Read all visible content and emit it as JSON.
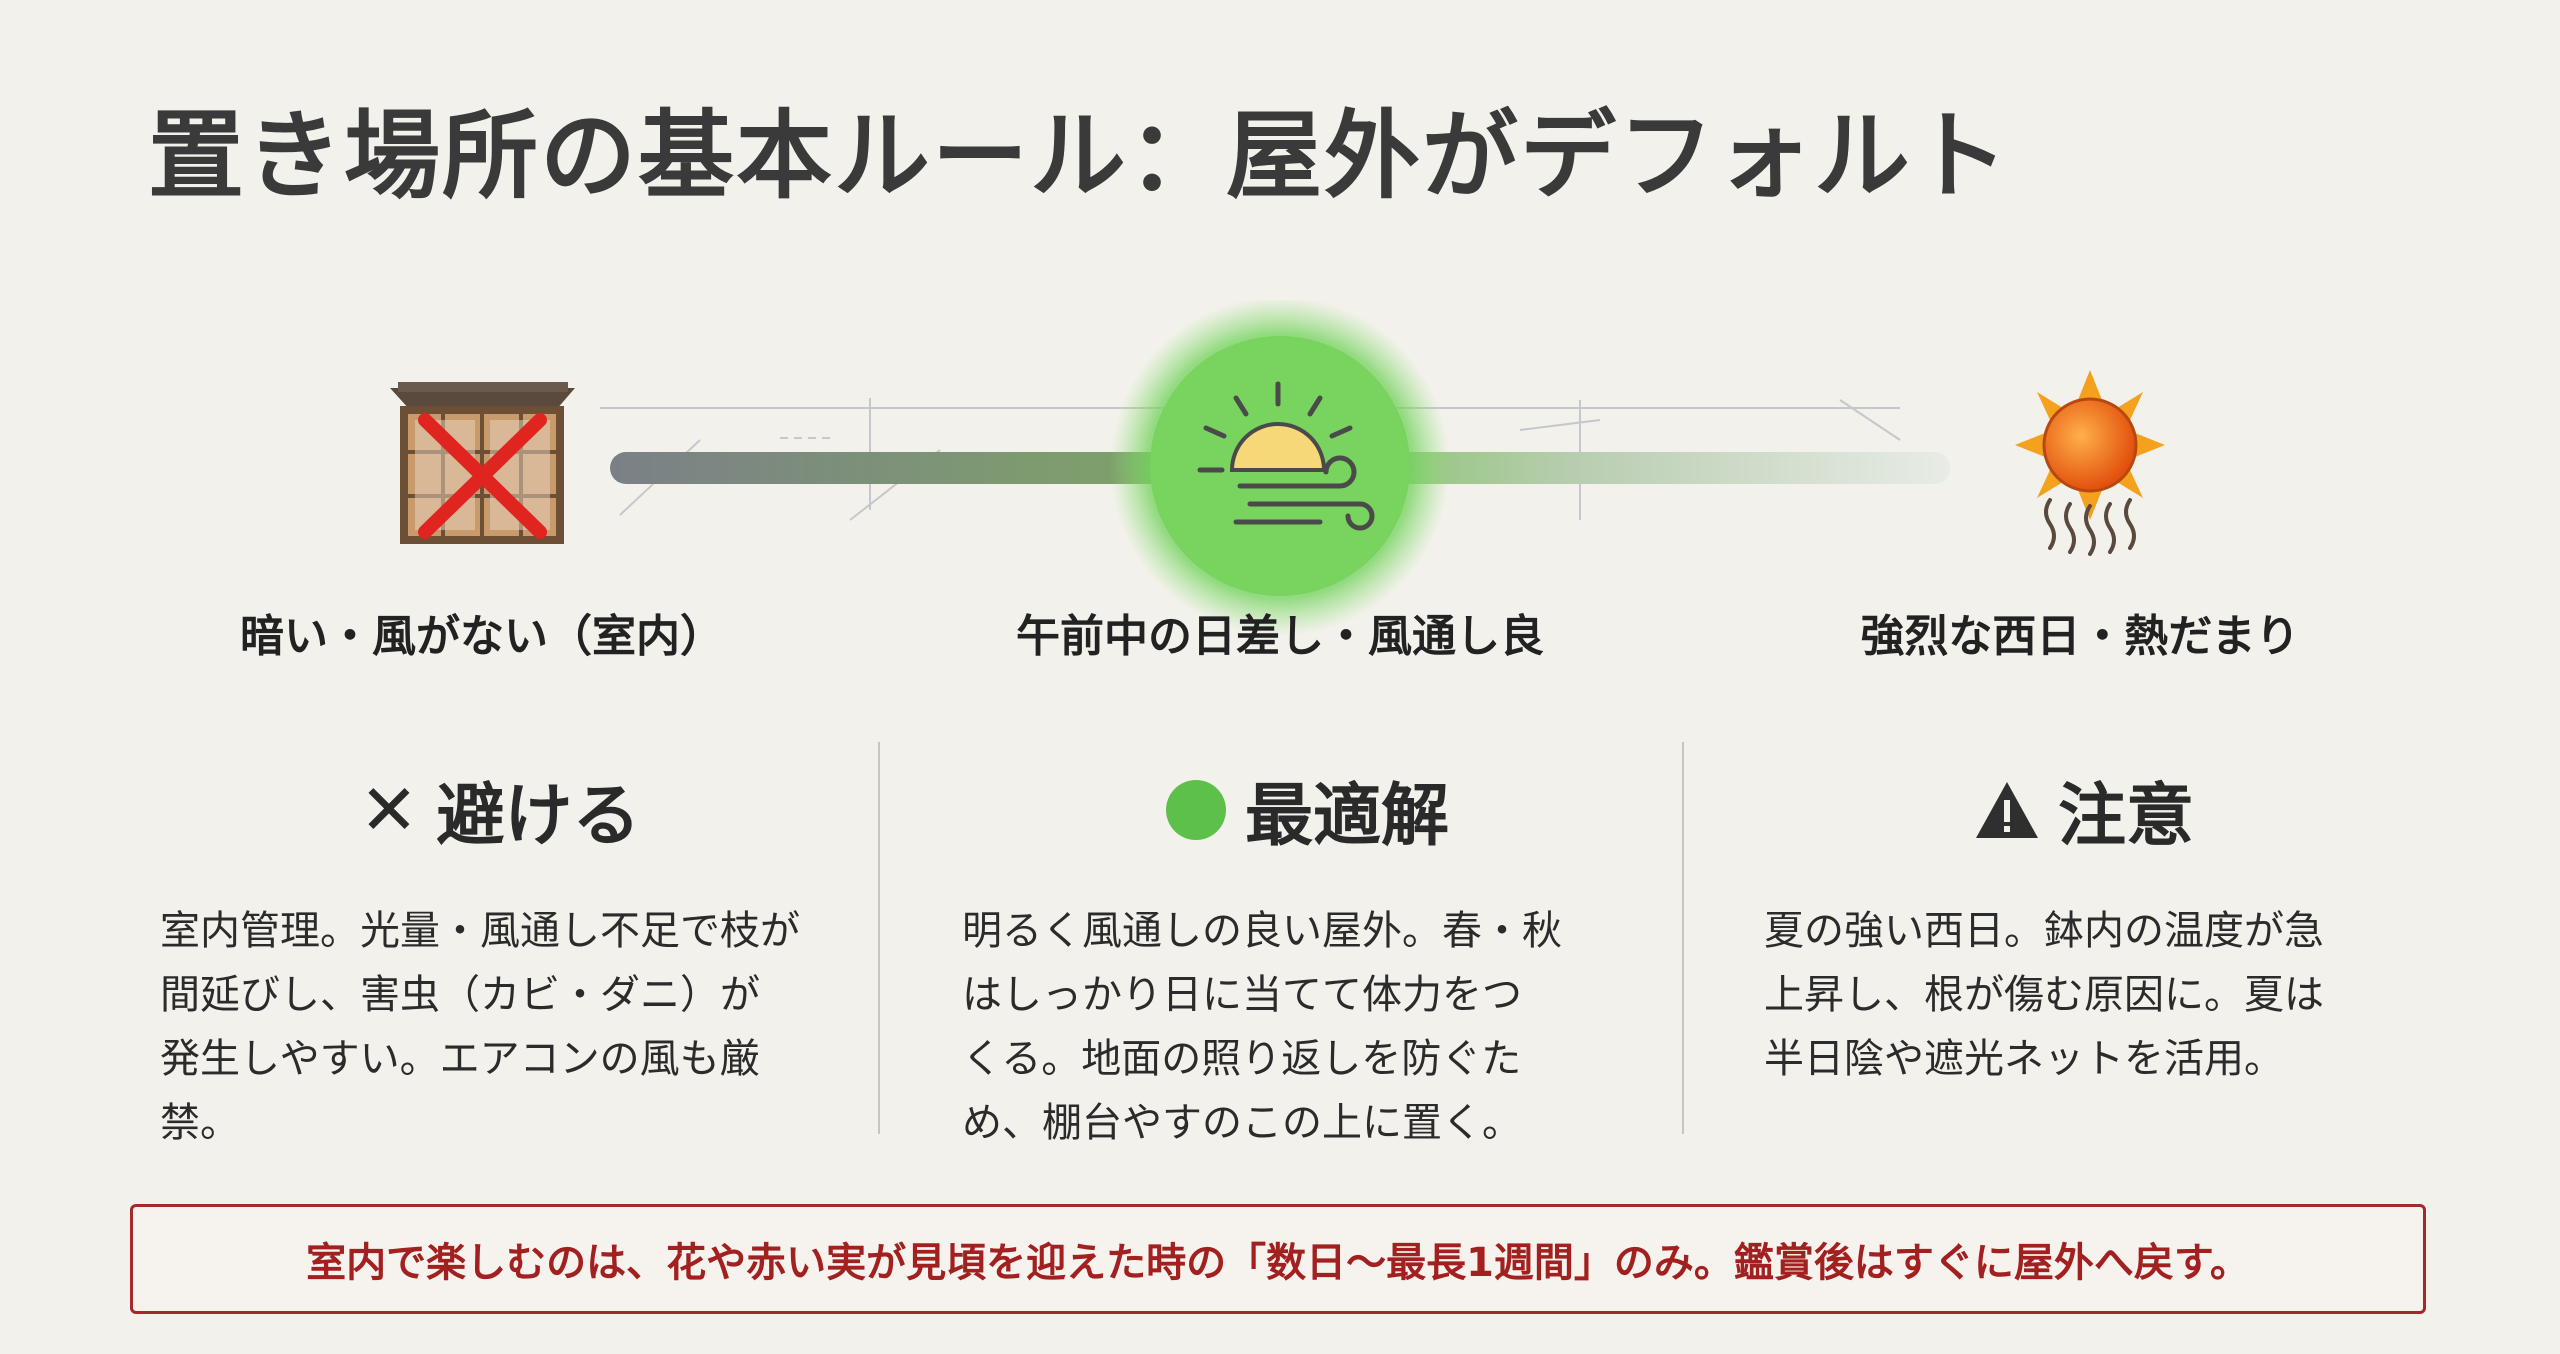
{
  "title": "置き場所の基本ルール：屋外がデフォルト",
  "scale": {
    "left_label": "暗い・風がない（室内）",
    "center_label": "午前中の日差し・風通し良",
    "right_label": "強烈な西日・熱だまり",
    "left_icon": "crossed-house-icon",
    "center_icon": "sun-wind-icon",
    "right_icon": "hot-sun-icon"
  },
  "columns": [
    {
      "icon": "x-icon",
      "icon_glyph": "✕",
      "heading": "避ける",
      "lines": [
        "室内管理。光量・風通し不足で枝が",
        "間延びし、害虫（カビ・ダニ）が",
        "発生しやすい。エアコンの風も厳",
        "禁。"
      ]
    },
    {
      "icon": "green-dot-icon",
      "heading": "最適解",
      "lines": [
        "明るく風通しの良い屋外。春・秋",
        "はしっかり日に当てて体力をつ",
        "くる。地面の照り返しを防ぐた",
        "め、棚台やすのこの上に置く。"
      ]
    },
    {
      "icon": "warning-icon",
      "heading": "注意",
      "lines": [
        "夏の強い西日。鉢内の温度が急",
        "上昇し、根が傷む原因に。夏は",
        "半日陰や遮光ネットを活用。"
      ]
    }
  ],
  "note": "室内で楽しむのは、花や赤い実が見頃を迎えた時の「数日〜最長1週間」のみ。鑑賞後はすぐに屋外へ戻す。",
  "colors": {
    "accent_green": "#5cc04a",
    "warning_red": "#a32a2a",
    "sun_orange": "#f07a1a"
  }
}
